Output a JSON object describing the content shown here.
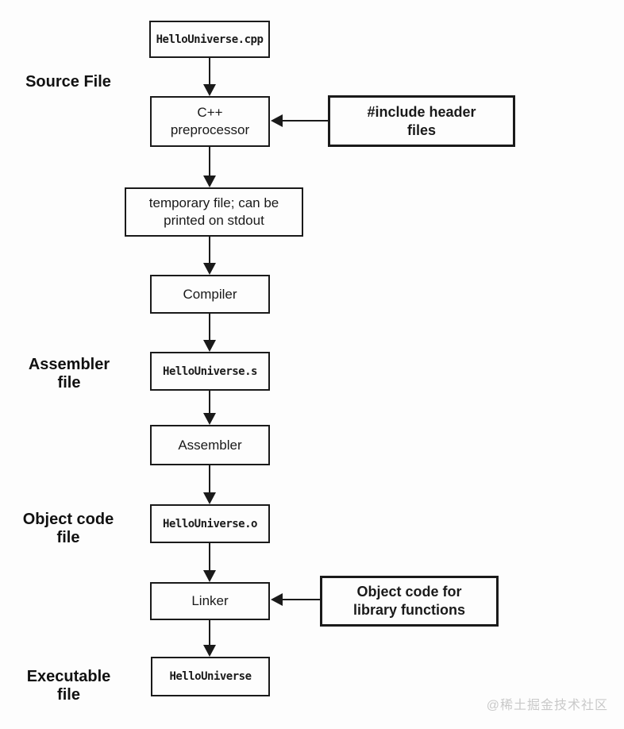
{
  "diagram": {
    "title": "C++ compilation process flowchart",
    "colors": {
      "background": "#fdfdfd",
      "line": "#1a1a1a",
      "watermark": "#c9c9c9"
    },
    "nodes": {
      "source_file": {
        "label": "HelloUniverse.cpp"
      },
      "preprocessor": {
        "lines": [
          "C++",
          "preprocessor"
        ]
      },
      "include_callout": {
        "lines": [
          "#include header",
          "files"
        ]
      },
      "temp_file": {
        "lines": [
          "temporary file; can be",
          "printed on stdout"
        ]
      },
      "compiler": {
        "label": "Compiler"
      },
      "assembly_file": {
        "label": "HelloUniverse.s"
      },
      "assembler": {
        "label": "Assembler"
      },
      "object_file": {
        "label": "HelloUniverse.o"
      },
      "linker": {
        "label": "Linker"
      },
      "object_callout": {
        "lines": [
          "Object code for",
          "library functions"
        ]
      },
      "executable": {
        "label": "HelloUniverse"
      }
    },
    "side_labels": {
      "source": {
        "lines": [
          "Source File",
          ""
        ]
      },
      "assembler": {
        "lines": [
          "Assembler",
          "file"
        ]
      },
      "object": {
        "lines": [
          "Object code",
          "file"
        ]
      },
      "executable": {
        "lines": [
          "Executable",
          "file"
        ]
      }
    },
    "watermark": "@稀土掘金技术社区"
  }
}
